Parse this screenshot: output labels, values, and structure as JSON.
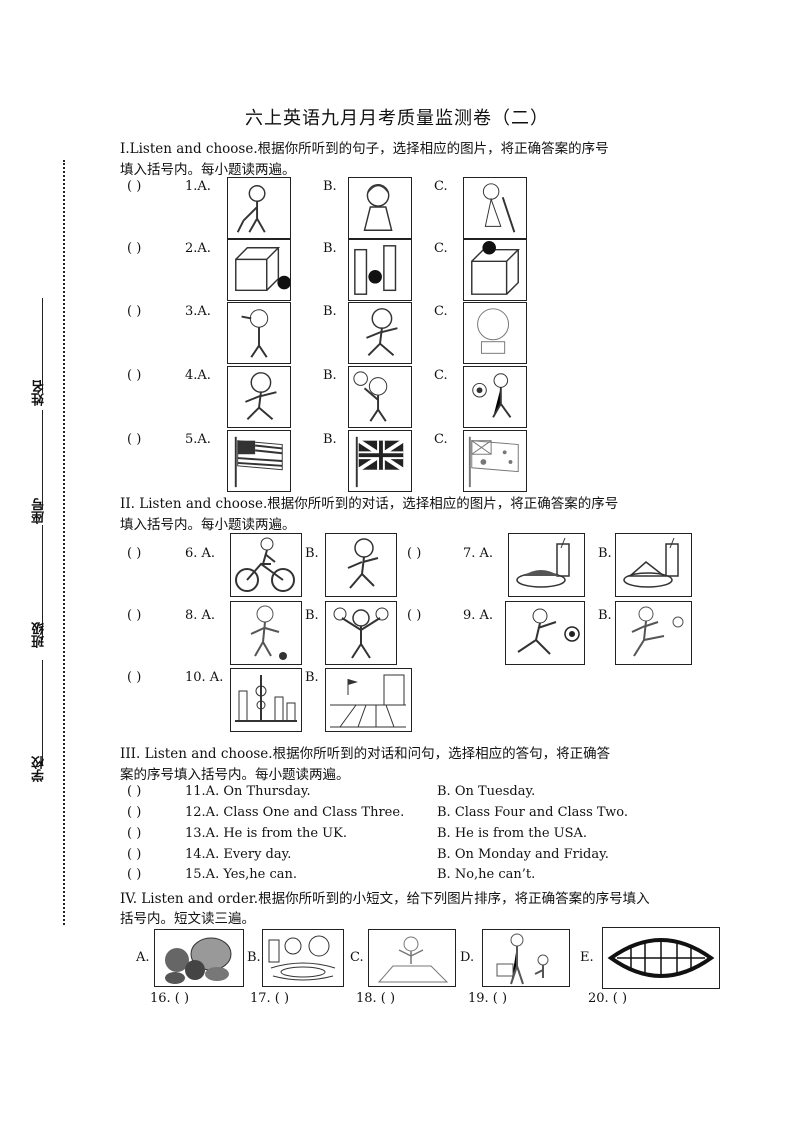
{
  "title": "六上英语九月月考质量监测卷（二）",
  "sidebar": {
    "name": "姓名",
    "seat": "座号",
    "class": "班级",
    "school": "学校"
  },
  "sec1": {
    "line1": "I.Listen and choose.根据你所听到的句子，选择相应的图片，将正确答案的序号",
    "line2": "填入括号内。每小题读两遍。",
    "items": [
      {
        "q": "1.A.",
        "b": "B.",
        "c": "C.",
        "a_icon": "boy-sweeping-icon",
        "b_icon": "girl-icon",
        "c_icon": "girl-broom-icon"
      },
      {
        "q": "2.A.",
        "b": "B.",
        "c": "C.",
        "a_icon": "box-ball-beside-icon",
        "b_icon": "ball-between-icon",
        "c_icon": "box-ball-on-icon"
      },
      {
        "q": "3.A.",
        "b": "B.",
        "c": "C.",
        "a_icon": "boy-sneezing-icon",
        "b_icon": "boy-running-icon",
        "c_icon": "boy-eating-icon"
      },
      {
        "q": "4.A.",
        "b": "B.",
        "c": "C.",
        "a_icon": "boy-running-icon",
        "b_icon": "boy-basketball-icon",
        "c_icon": "boy-football-icon"
      },
      {
        "q": "5.A.",
        "b": "B.",
        "c": "C.",
        "a_icon": "us-flag-icon",
        "b_icon": "uk-flag-icon",
        "c_icon": "australia-flag-icon"
      }
    ]
  },
  "sec2": {
    "line1": "II. Listen  and choose.根据你所听到的对话，选择相应的图片，将正确答案的序号",
    "line2": "填入括号内。每小题读两遍。",
    "items": [
      {
        "q": "6. A.",
        "b": "B."
      },
      {
        "q": "7. A.",
        "b": "B."
      },
      {
        "q": "8. A.",
        "b": "B."
      },
      {
        "q": "9. A.",
        "b": "B."
      },
      {
        "q": "10. A.",
        "b": "B."
      }
    ]
  },
  "sec3": {
    "line1": "III. Listen  and choose.根据你所听到的对话和问句，选择相应的答句，将正确答",
    "line2": "案的序号填入括号内。每小题读两遍。",
    "items": [
      {
        "a": "11.A. On Thursday.",
        "b": "B. On Tuesday."
      },
      {
        "a": "12.A. Class One and Class Three.",
        "b": "B. Class Four and Class Two."
      },
      {
        "a": "13.A. He is from the UK.",
        "b": "B. He is from the USA."
      },
      {
        "a": "14.A. Every  day.",
        "b": "B. On Monday and Friday."
      },
      {
        "a": "15.A.  Yes,he can.",
        "b": "B. No,he can’t."
      }
    ]
  },
  "sec4": {
    "line1": "IV. Listen and order.根据你所听到的小短文，给下列图片排序，将正确答案的序号填入",
    "line2": "括号内。短文读三遍。",
    "labels": [
      "A.",
      "B.",
      "C.",
      "D.",
      "E."
    ],
    "answers": [
      "16. (        )",
      "17. (        )",
      "18.  (        )",
      "19. (        )",
      "20.   (        )"
    ]
  },
  "paren": "(        )"
}
